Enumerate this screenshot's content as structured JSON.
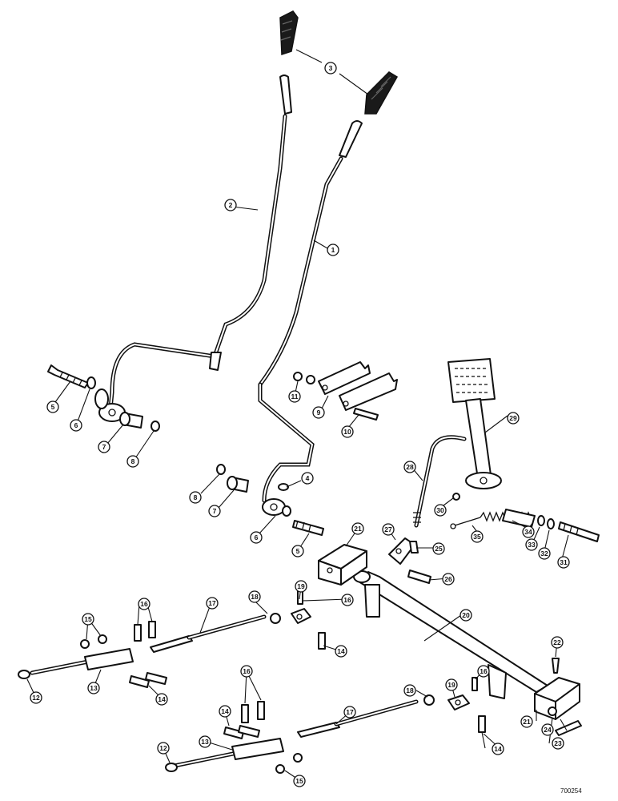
{
  "drawing_number": "700254",
  "callouts": [
    "1",
    "2",
    "3",
    "4",
    "5",
    "6",
    "7",
    "8",
    "9",
    "10",
    "11",
    "12",
    "13",
    "14",
    "15",
    "16",
    "17",
    "18",
    "19",
    "20",
    "21",
    "22",
    "23",
    "24",
    "25",
    "26",
    "27",
    "28",
    "29",
    "30",
    "31",
    "32",
    "33",
    "34",
    "35"
  ]
}
